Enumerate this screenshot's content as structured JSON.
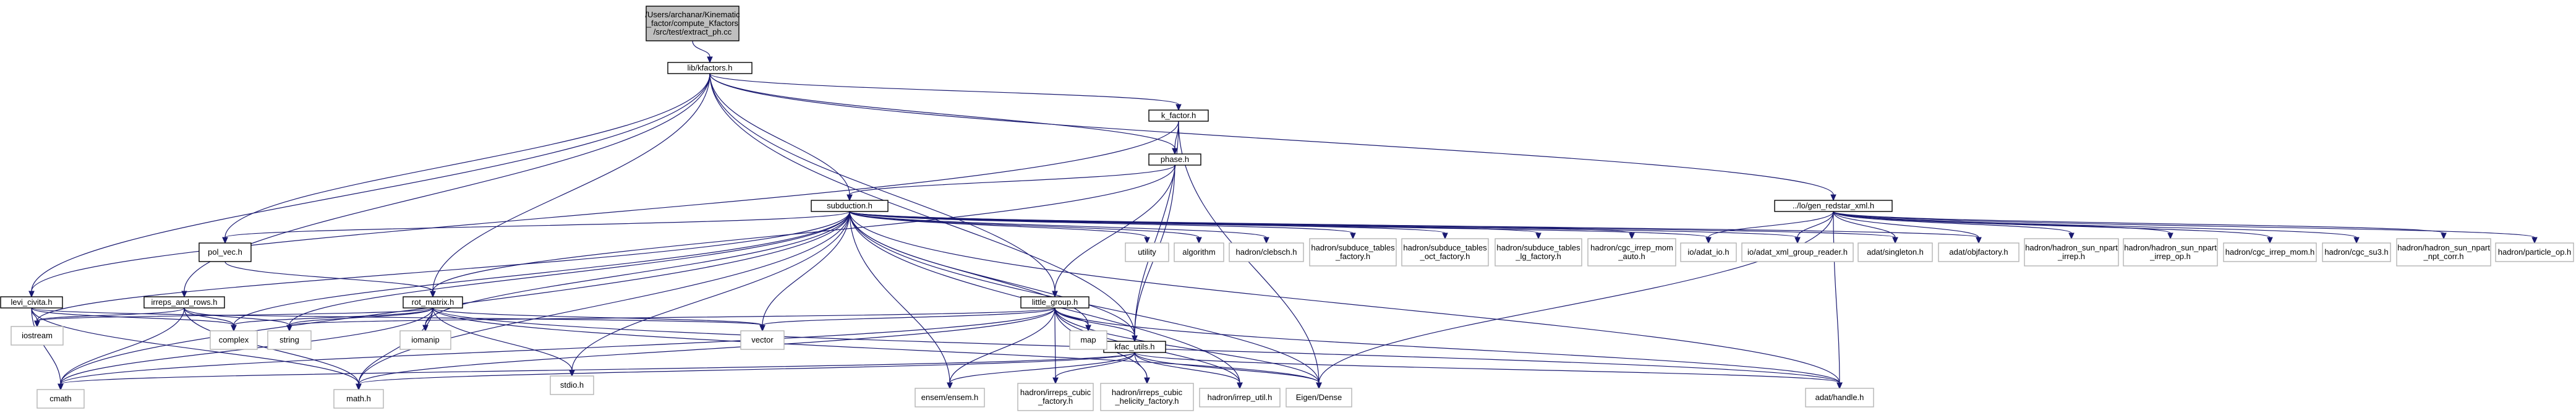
{
  "nodes": {
    "root": {
      "lines": [
        "/Users/archanar/Kinematic",
        "_factor/compute_Kfactors",
        "/src/test/extract_ph.cc"
      ],
      "style": "root"
    },
    "kf": {
      "lines": [
        "lib/kfactors.h"
      ],
      "style": "black"
    },
    "kfac": {
      "lines": [
        "k_factor.h"
      ],
      "style": "black"
    },
    "phase": {
      "lines": [
        "phase.h"
      ],
      "style": "black"
    },
    "subd": {
      "lines": [
        "subduction.h"
      ],
      "style": "black"
    },
    "redstar": {
      "lines": [
        "../lo/gen_redstar_xml.h"
      ],
      "style": "black"
    },
    "polvec": {
      "lines": [
        "pol_vec.h"
      ],
      "style": "black"
    },
    "levi": {
      "lines": [
        "levi_civita.h"
      ],
      "style": "black"
    },
    "irreps": {
      "lines": [
        "irreps_and_rows.h"
      ],
      "style": "black"
    },
    "rot": {
      "lines": [
        "rot_matrix.h"
      ],
      "style": "black"
    },
    "little": {
      "lines": [
        "little_group.h"
      ],
      "style": "black"
    },
    "kfutil": {
      "lines": [
        "kfac_utils.h"
      ],
      "style": "black"
    },
    "utility": {
      "lines": [
        "utility"
      ],
      "style": "gray"
    },
    "algorithm": {
      "lines": [
        "algorithm"
      ],
      "style": "gray"
    },
    "clebsch": {
      "lines": [
        "hadron/clebsch.h"
      ],
      "style": "gray"
    },
    "sub_fac": {
      "lines": [
        "hadron/subduce_tables",
        "_factory.h"
      ],
      "style": "gray"
    },
    "sub_oct": {
      "lines": [
        "hadron/subduce_tables",
        "_oct_factory.h"
      ],
      "style": "gray"
    },
    "sub_lg": {
      "lines": [
        "hadron/subduce_tables",
        "_lg_factory.h"
      ],
      "style": "gray"
    },
    "cgc_auto": {
      "lines": [
        "hadron/cgc_irrep_mom",
        "_auto.h"
      ],
      "style": "gray"
    },
    "adatio": {
      "lines": [
        "io/adat_io.h"
      ],
      "style": "gray"
    },
    "adatxml": {
      "lines": [
        "io/adat_xml_group_reader.h"
      ],
      "style": "gray"
    },
    "single": {
      "lines": [
        "adat/singleton.h"
      ],
      "style": "gray"
    },
    "objfac": {
      "lines": [
        "adat/objfactory.h"
      ],
      "style": "gray"
    },
    "npirrep": {
      "lines": [
        "hadron/hadron_sun_npart",
        "_irrep.h"
      ],
      "style": "gray"
    },
    "npop": {
      "lines": [
        "hadron/hadron_sun_npart",
        "_irrep_op.h"
      ],
      "style": "gray"
    },
    "cgcmom": {
      "lines": [
        "hadron/cgc_irrep_mom.h"
      ],
      "style": "gray"
    },
    "cgcsu3": {
      "lines": [
        "hadron/cgc_su3.h"
      ],
      "style": "gray"
    },
    "npcorr": {
      "lines": [
        "hadron/hadron_sun_npart",
        "_npt_corr.h"
      ],
      "style": "gray"
    },
    "partop": {
      "lines": [
        "hadron/particle_op.h"
      ],
      "style": "gray"
    },
    "iostream": {
      "lines": [
        "iostream"
      ],
      "style": "gray"
    },
    "complex": {
      "lines": [
        "complex"
      ],
      "style": "gray"
    },
    "string": {
      "lines": [
        "string"
      ],
      "style": "gray"
    },
    "iomanip": {
      "lines": [
        "iomanip"
      ],
      "style": "gray"
    },
    "stdio": {
      "lines": [
        "stdio.h"
      ],
      "style": "gray"
    },
    "vector": {
      "lines": [
        "vector"
      ],
      "style": "gray"
    },
    "map": {
      "lines": [
        "map"
      ],
      "style": "gray"
    },
    "cmath": {
      "lines": [
        "cmath"
      ],
      "style": "gray"
    },
    "mathh": {
      "lines": [
        "math.h"
      ],
      "style": "gray"
    },
    "ensem": {
      "lines": [
        "ensem/ensem.h"
      ],
      "style": "gray"
    },
    "cubic": {
      "lines": [
        "hadron/irreps_cubic",
        "_factory.h"
      ],
      "style": "gray"
    },
    "helic": {
      "lines": [
        "hadron/irreps_cubic",
        "_helicity_factory.h"
      ],
      "style": "gray"
    },
    "irutil": {
      "lines": [
        "hadron/irrep_util.h"
      ],
      "style": "gray"
    },
    "eigen": {
      "lines": [
        "Eigen/Dense"
      ],
      "style": "gray"
    },
    "handle": {
      "lines": [
        "adat/handle.h"
      ],
      "style": "gray"
    }
  },
  "edges": [
    [
      "root",
      "kf"
    ],
    [
      "kf",
      "kfac"
    ],
    [
      "kf",
      "phase"
    ],
    [
      "kf",
      "subd"
    ],
    [
      "kf",
      "redstar"
    ],
    [
      "kf",
      "polvec"
    ],
    [
      "kf",
      "levi"
    ],
    [
      "kf",
      "irreps"
    ],
    [
      "kf",
      "rot"
    ],
    [
      "kf",
      "little"
    ],
    [
      "kf",
      "kfutil"
    ],
    [
      "kfac",
      "phase"
    ],
    [
      "kfac",
      "levi"
    ],
    [
      "kfac",
      "kfutil"
    ],
    [
      "kfac",
      "eigen"
    ],
    [
      "phase",
      "subd"
    ],
    [
      "phase",
      "rot"
    ],
    [
      "phase",
      "little"
    ],
    [
      "phase",
      "kfutil"
    ],
    [
      "subd",
      "utility"
    ],
    [
      "subd",
      "algorithm"
    ],
    [
      "subd",
      "clebsch"
    ],
    [
      "subd",
      "sub_fac"
    ],
    [
      "subd",
      "sub_oct"
    ],
    [
      "subd",
      "sub_lg"
    ],
    [
      "subd",
      "cgc_auto"
    ],
    [
      "subd",
      "adatio"
    ],
    [
      "subd",
      "adatxml"
    ],
    [
      "subd",
      "single"
    ],
    [
      "subd",
      "objfac"
    ],
    [
      "subd",
      "polvec"
    ],
    [
      "subd",
      "complex"
    ],
    [
      "subd",
      "string"
    ],
    [
      "subd",
      "iomanip"
    ],
    [
      "subd",
      "iostream"
    ],
    [
      "subd",
      "stdio"
    ],
    [
      "subd",
      "vector"
    ],
    [
      "subd",
      "map"
    ],
    [
      "subd",
      "cmath"
    ],
    [
      "subd",
      "mathh"
    ],
    [
      "subd",
      "ensem"
    ],
    [
      "subd",
      "irutil"
    ],
    [
      "subd",
      "eigen"
    ],
    [
      "subd",
      "handle"
    ],
    [
      "subd",
      "kfutil"
    ],
    [
      "redstar",
      "adatio"
    ],
    [
      "redstar",
      "adatxml"
    ],
    [
      "redstar",
      "single"
    ],
    [
      "redstar",
      "objfac"
    ],
    [
      "redstar",
      "npirrep"
    ],
    [
      "redstar",
      "npop"
    ],
    [
      "redstar",
      "cgcmom"
    ],
    [
      "redstar",
      "cgcsu3"
    ],
    [
      "redstar",
      "npcorr"
    ],
    [
      "redstar",
      "partop"
    ],
    [
      "redstar",
      "handle"
    ],
    [
      "redstar",
      "eigen"
    ],
    [
      "polvec",
      "rot"
    ],
    [
      "levi",
      "iostream"
    ],
    [
      "levi",
      "complex"
    ],
    [
      "levi",
      "cmath"
    ],
    [
      "levi",
      "mathh"
    ],
    [
      "levi",
      "vector"
    ],
    [
      "irreps",
      "iostream"
    ],
    [
      "irreps",
      "complex"
    ],
    [
      "irreps",
      "string"
    ],
    [
      "irreps",
      "cmath"
    ],
    [
      "irreps",
      "mathh"
    ],
    [
      "rot",
      "iostream"
    ],
    [
      "rot",
      "complex"
    ],
    [
      "rot",
      "string"
    ],
    [
      "rot",
      "iomanip"
    ],
    [
      "rot",
      "stdio"
    ],
    [
      "rot",
      "vector"
    ],
    [
      "rot",
      "cmath"
    ],
    [
      "rot",
      "mathh"
    ],
    [
      "rot",
      "eigen"
    ],
    [
      "rot",
      "handle"
    ],
    [
      "little",
      "map"
    ],
    [
      "little",
      "vector"
    ],
    [
      "little",
      "string"
    ],
    [
      "little",
      "cmath"
    ],
    [
      "little",
      "mathh"
    ],
    [
      "little",
      "ensem"
    ],
    [
      "little",
      "cubic"
    ],
    [
      "little",
      "helic"
    ],
    [
      "little",
      "irutil"
    ],
    [
      "little",
      "eigen"
    ],
    [
      "little",
      "handle"
    ],
    [
      "little",
      "kfutil"
    ],
    [
      "kfutil",
      "ensem"
    ],
    [
      "kfutil",
      "cubic"
    ],
    [
      "kfutil",
      "helic"
    ],
    [
      "kfutil",
      "irutil"
    ],
    [
      "kfutil",
      "eigen"
    ],
    [
      "kfutil",
      "handle"
    ],
    [
      "kfutil",
      "cmath"
    ],
    [
      "kfutil",
      "mathh"
    ]
  ]
}
